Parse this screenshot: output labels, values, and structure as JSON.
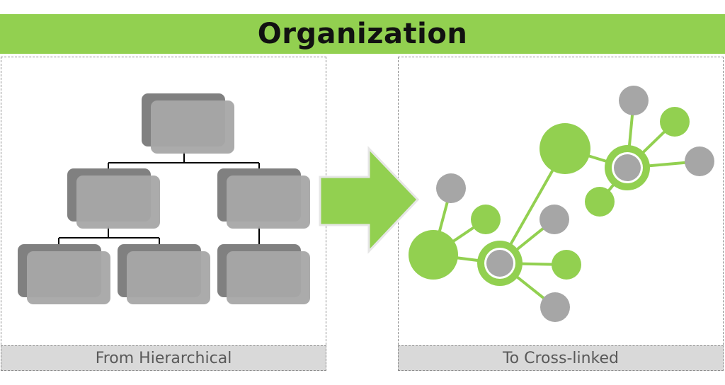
{
  "title": "Organization",
  "captions": {
    "left": "From Hierarchical",
    "right": "To Cross-linked"
  },
  "colors": {
    "title_bar": "#92d050",
    "node_green": "#92d050",
    "node_gray": "#a6a6a6",
    "box_back": "#808080",
    "box_front": "#a6a6a6",
    "connector": "#000000",
    "caption_bg": "#d9d9d9"
  },
  "icons": [
    "arrow-right-icon"
  ]
}
